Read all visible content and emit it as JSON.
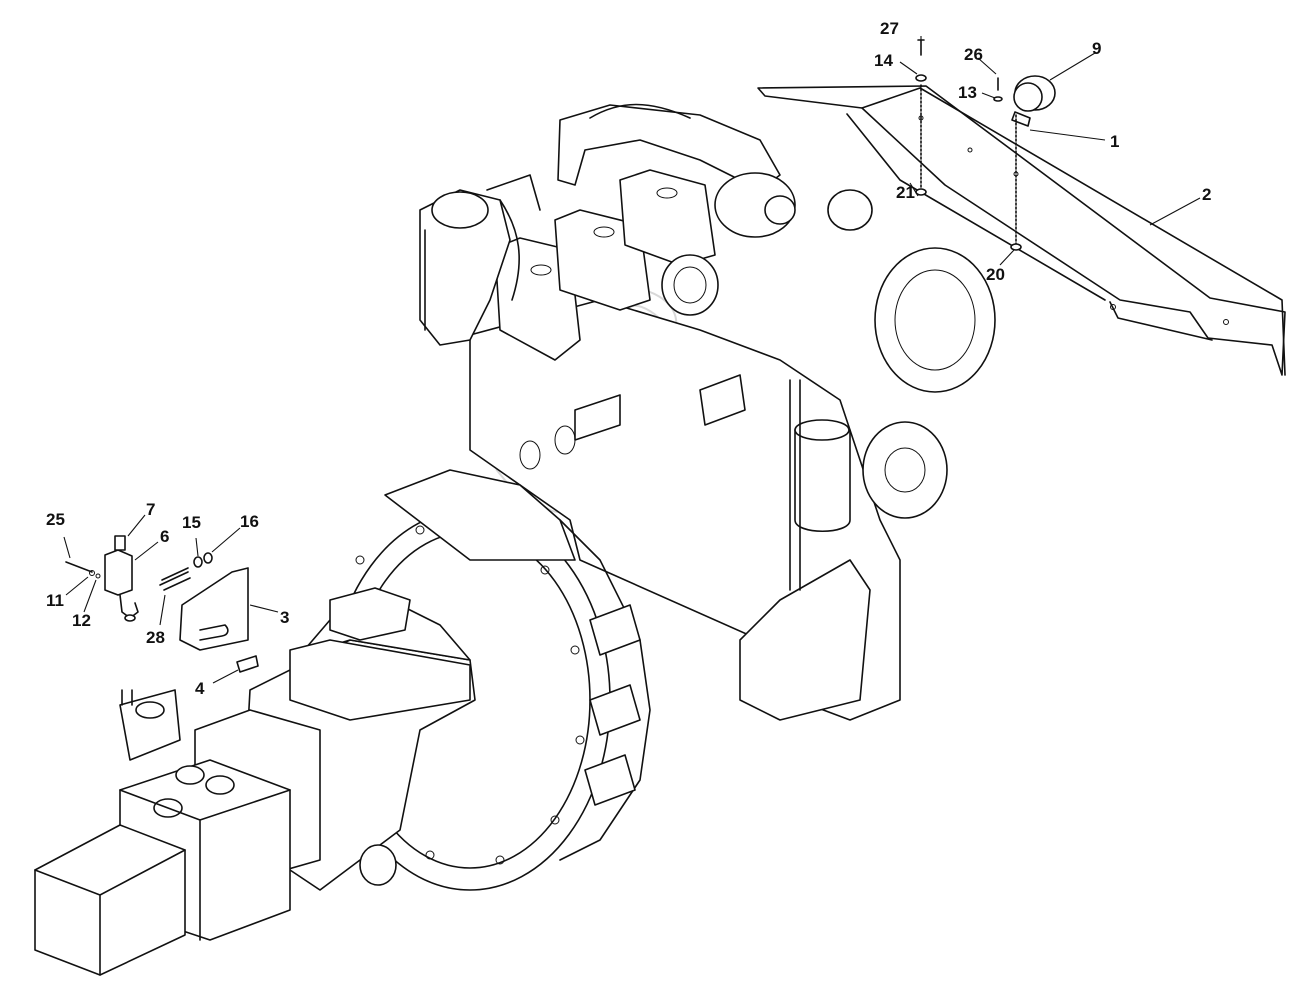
{
  "diagram": {
    "callouts": [
      {
        "id": "c27",
        "label": "27"
      },
      {
        "id": "c14",
        "label": "14"
      },
      {
        "id": "c26",
        "label": "26"
      },
      {
        "id": "c9",
        "label": "9"
      },
      {
        "id": "c13",
        "label": "13"
      },
      {
        "id": "c1",
        "label": "1"
      },
      {
        "id": "c2",
        "label": "2"
      },
      {
        "id": "c21",
        "label": "21"
      },
      {
        "id": "c20",
        "label": "20"
      },
      {
        "id": "c25",
        "label": "25"
      },
      {
        "id": "c7",
        "label": "7"
      },
      {
        "id": "c6",
        "label": "6"
      },
      {
        "id": "c15",
        "label": "15"
      },
      {
        "id": "c16",
        "label": "16"
      },
      {
        "id": "c11",
        "label": "11"
      },
      {
        "id": "c12",
        "label": "12"
      },
      {
        "id": "c28",
        "label": "28"
      },
      {
        "id": "c3",
        "label": "3"
      },
      {
        "id": "c4",
        "label": "4"
      }
    ],
    "watermark": "Autoso"
  }
}
